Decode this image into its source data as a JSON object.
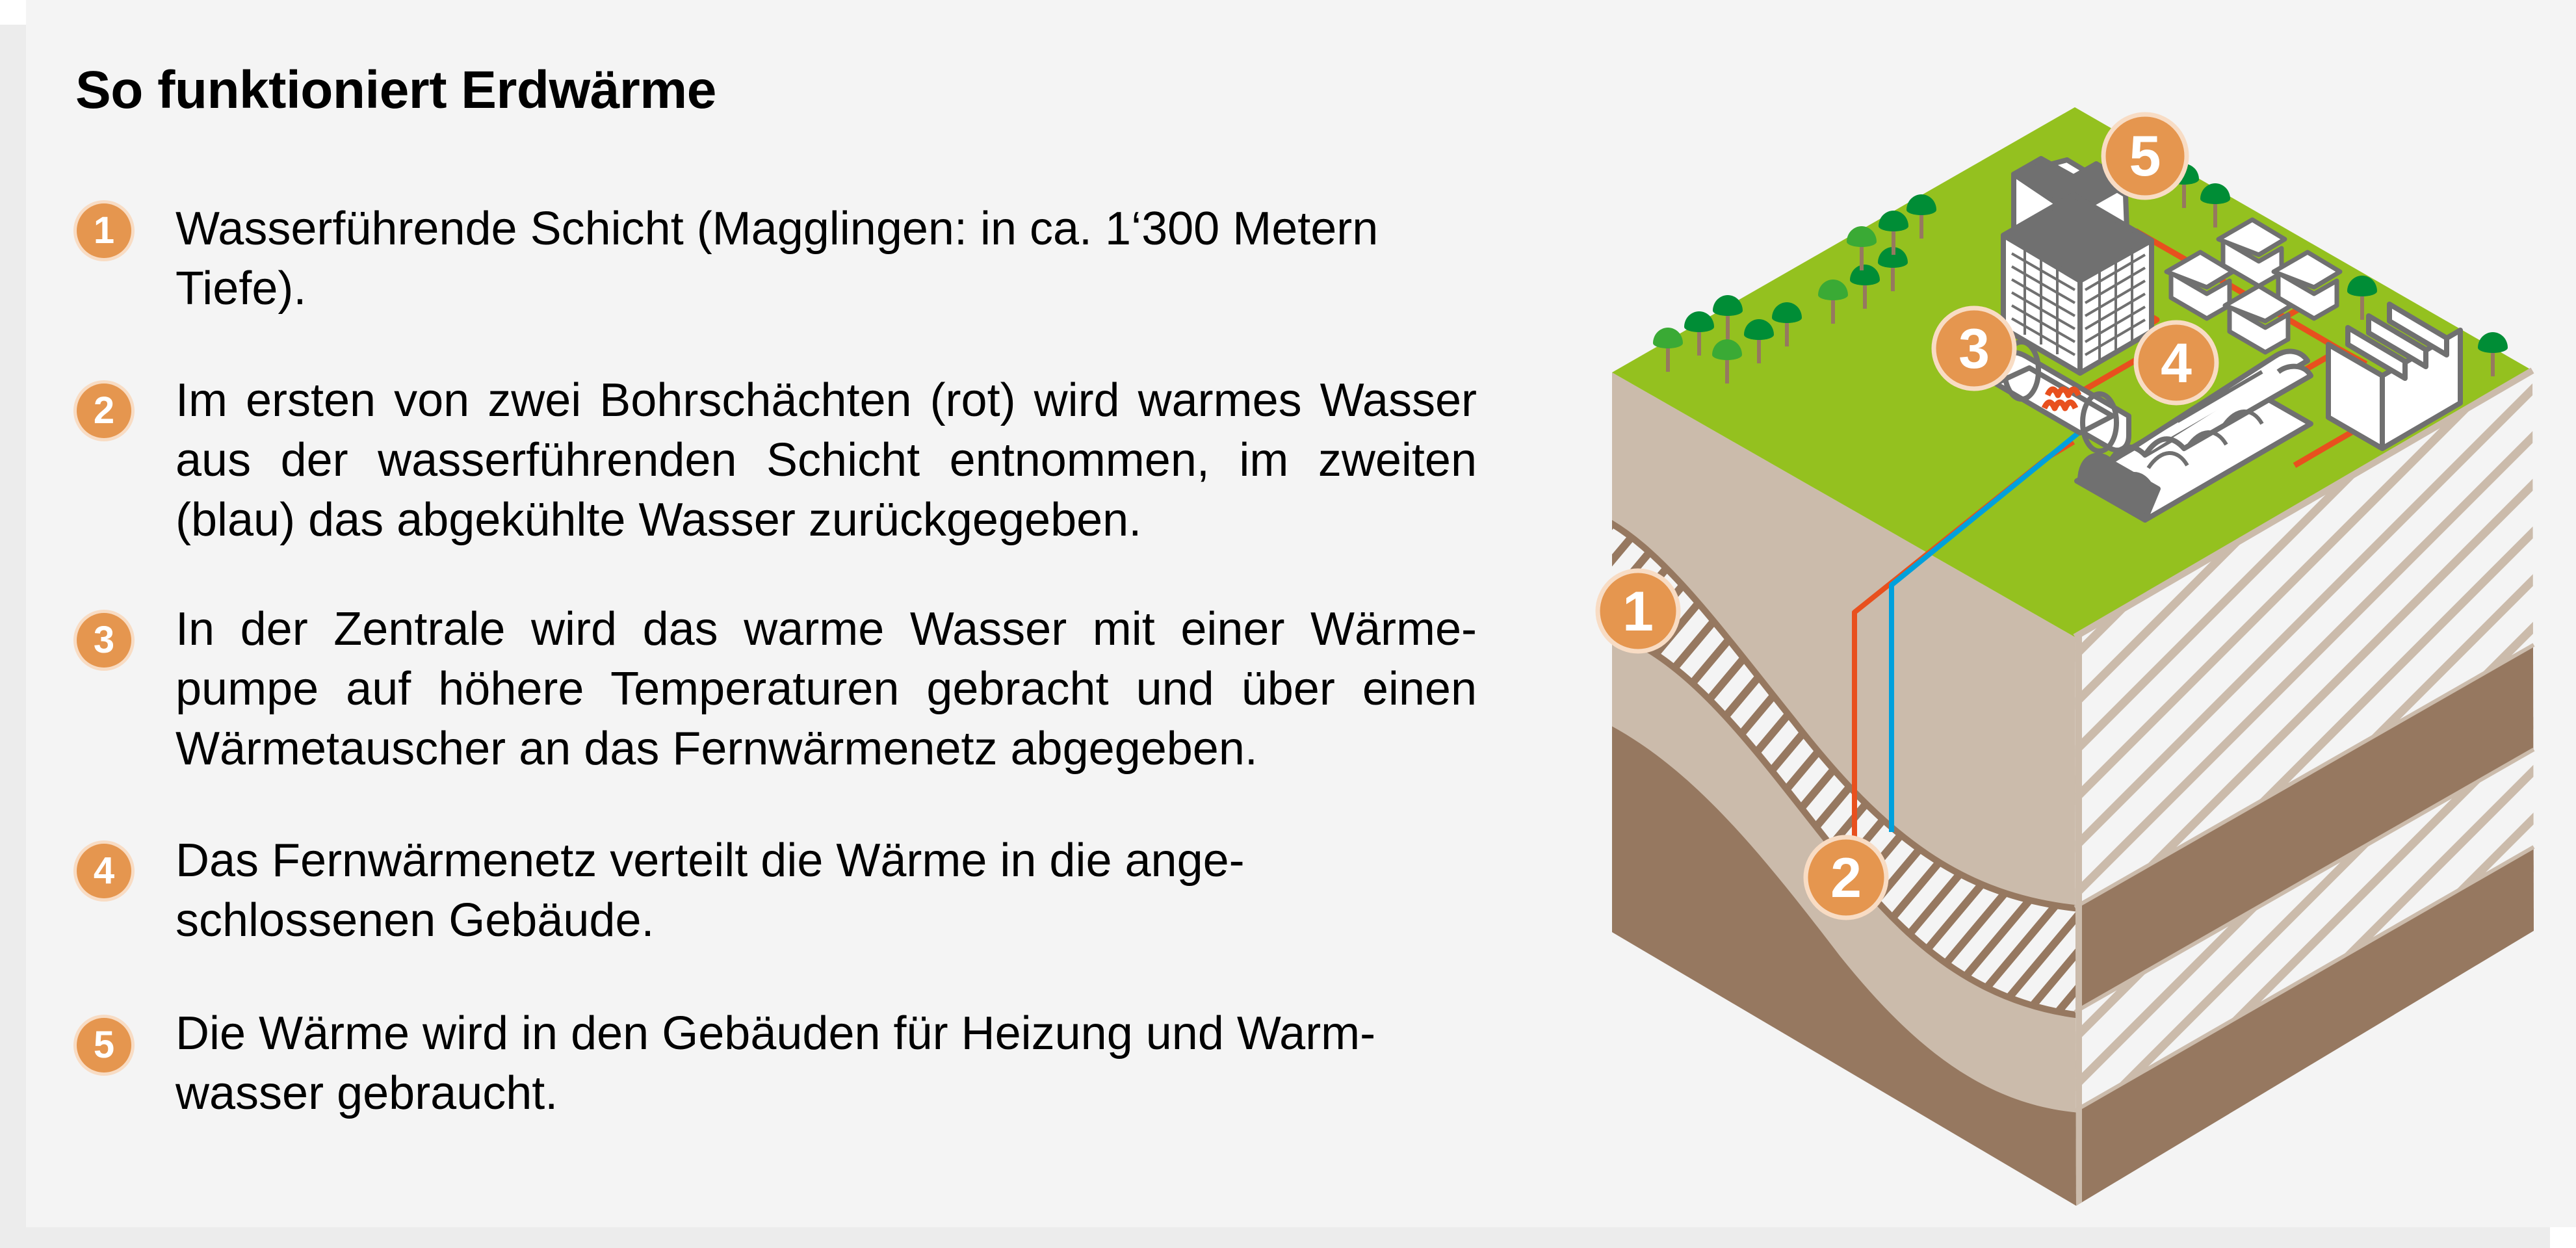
{
  "title": "So funktioniert Erdwärme",
  "steps": [
    {
      "number": "1",
      "lines": [
        "Wasserführende Schicht (Magglingen: in ca. 1‘300 Metern Tiefe)."
      ],
      "text": "Wasserführende Schicht (Magglingen: in ca. 1‘300 Metern Tiefe)."
    },
    {
      "number": "2",
      "text": "Im ersten von zwei Bohrschächten (rot) wird warmes Wasser aus der wasserführenden Schicht entnommen, im zweiten (blau) das abgekühlte Wasser zurückgegeben."
    },
    {
      "number": "3",
      "text": "In der Zentrale wird das warme Wasser mit einer Wärme-pumpe auf höhere Temperaturen gebracht und über einen Wärmetauscher an das Fernwärmenetz abgegeben."
    },
    {
      "number": "4",
      "text": "Das Fernwärmenetz verteilt die Wärme in die ange-schlossenen Gebäude."
    },
    {
      "number": "5",
      "text": "Die Wärme wird in den Gebäuden für Heizung und Warm-wasser gebraucht."
    }
  ],
  "diagram": {
    "markers": [
      {
        "number": "1",
        "label": "aquifer-layer"
      },
      {
        "number": "2",
        "label": "boreholes"
      },
      {
        "number": "3",
        "label": "heat-plant"
      },
      {
        "number": "4",
        "label": "district-heating-network"
      },
      {
        "number": "5",
        "label": "buildings"
      }
    ],
    "colors": {
      "badge": "#e5964f",
      "badge_ring": "#f8dcc4",
      "grass": "#94c11f",
      "soil_light": "#cbbbab",
      "soil_dark": "#967860",
      "hatch_bg": "#f4f4f4",
      "warm_pipe": "#e8501e",
      "cold_pipe": "#00a0dc",
      "outline": "#707070",
      "tree_dark": "#008d36",
      "tree_light": "#3aaa35"
    }
  }
}
